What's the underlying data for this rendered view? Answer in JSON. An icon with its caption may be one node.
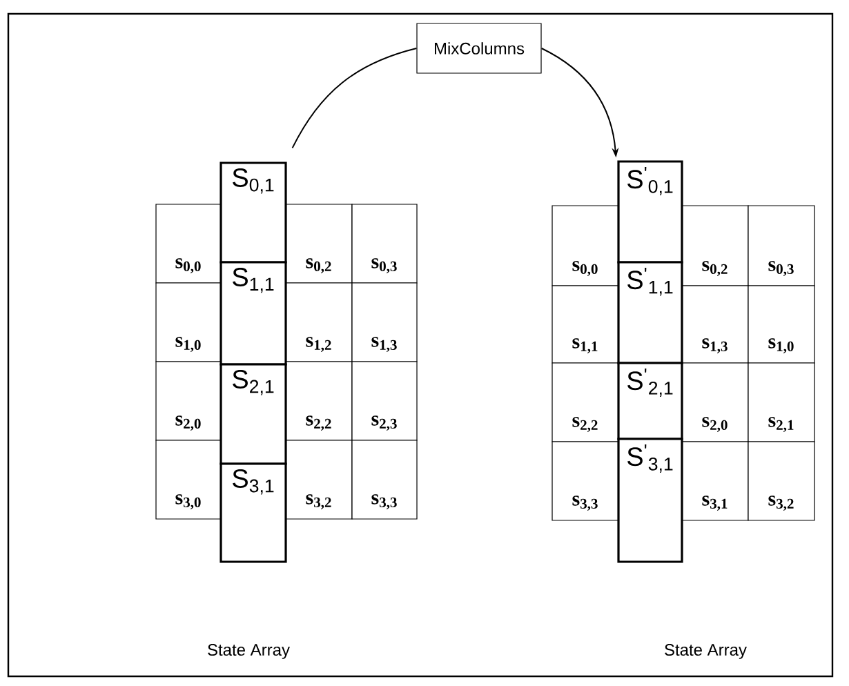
{
  "diagram": {
    "nodes": [
      {
        "text": [
          "MixColumns"
        ]
      },
      {
        "text": [
          "s$_{0,0}$"
        ]
      },
      {
        "text": [
          "S$_{0,1}$"
        ]
      },
      {
        "text": [
          "s$_{0,2}$"
        ]
      },
      {
        "text": [
          "s$_{0,3}$"
        ]
      },
      {
        "text": [
          "s$_{1,0}$"
        ]
      },
      {
        "text": [
          "S$_{1,1}$"
        ]
      },
      {
        "text": [
          "s$_{1,2}$"
        ]
      },
      {
        "text": [
          "s$_{1,3}$"
        ]
      },
      {
        "text": [
          "s$_{2,0}$"
        ]
      },
      {
        "text": [
          "S$_{2,1}$"
        ]
      },
      {
        "text": [
          "s$_{2,2}$"
        ]
      },
      {
        "text": [
          "s$_{2,3}$"
        ]
      },
      {
        "text": [
          "s$_{3,0}$"
        ]
      },
      {
        "text": [
          "S$_{3,1}$"
        ]
      },
      {
        "text": [
          "s$_{3,2}$"
        ]
      },
      {
        "text": [
          "s$_{3,3}$"
        ]
      },
      {
        "text": [
          "s$_{0,0}$"
        ]
      },
      {
        "text": [
          "S$^{'}$$_{0,1}$"
        ]
      },
      {
        "text": [
          "s$_{0,2}$"
        ]
      },
      {
        "text": [
          "s$_{0,3}$"
        ]
      },
      {
        "text": [
          "s$_{1,1}$"
        ]
      },
      {
        "text": [
          "S$^{'}$$_{1,1}$"
        ]
      },
      {
        "text": [
          "s$_{1,3}$"
        ]
      },
      {
        "text": [
          "s$_{1,0}$"
        ]
      },
      {
        "text": [
          "s$_{2,2}$"
        ]
      },
      {
        "text": [
          "S$^{'}$$_{2,1}$"
        ]
      },
      {
        "text": [
          "s$_{2,0}$"
        ]
      },
      {
        "text": [
          "s$_{2,1}$"
        ]
      },
      {
        "text": [
          "s$_{3,3}$"
        ]
      },
      {
        "text": [
          "S$^{'}$$_{3,1}$"
        ]
      },
      {
        "text": [
          "s$_{3,1}$"
        ]
      },
      {
        "text": [
          "s$_{3,2}$"
        ]
      }
    ],
    "edges": [
      {
        "from": 2,
        "to": 0,
        "arrow": "none"
      },
      {
        "from": 0,
        "to": 18,
        "arrow": "to"
      }
    ],
    "labels": [
      "State Array",
      "State Array"
    ]
  }
}
